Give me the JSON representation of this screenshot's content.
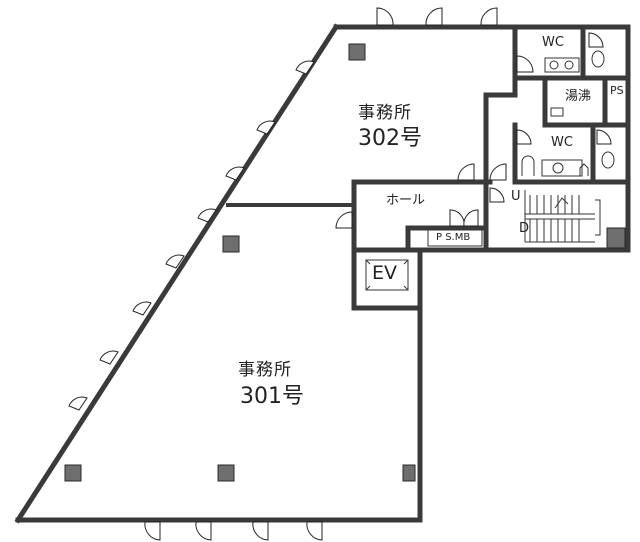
{
  "floor_plan": {
    "rooms": [
      {
        "id": "office-302",
        "name": "事務所",
        "number": "302号"
      },
      {
        "id": "office-301",
        "name": "事務所",
        "number": "301号"
      },
      {
        "id": "hall",
        "name": "ホール"
      },
      {
        "id": "elevator",
        "name": "EV"
      },
      {
        "id": "wc-upper",
        "name": "WC"
      },
      {
        "id": "wc-lower",
        "name": "WC"
      },
      {
        "id": "kitchenette",
        "name": "湯沸"
      },
      {
        "id": "ps",
        "name": "PS"
      },
      {
        "id": "psmb",
        "name": "P S.MB"
      }
    ],
    "stairs": {
      "up_label": "U",
      "down_label": "D"
    },
    "colors": {
      "wall": "#8a8a8a",
      "outline": "#2a2a2a",
      "background": "#ffffff"
    }
  }
}
